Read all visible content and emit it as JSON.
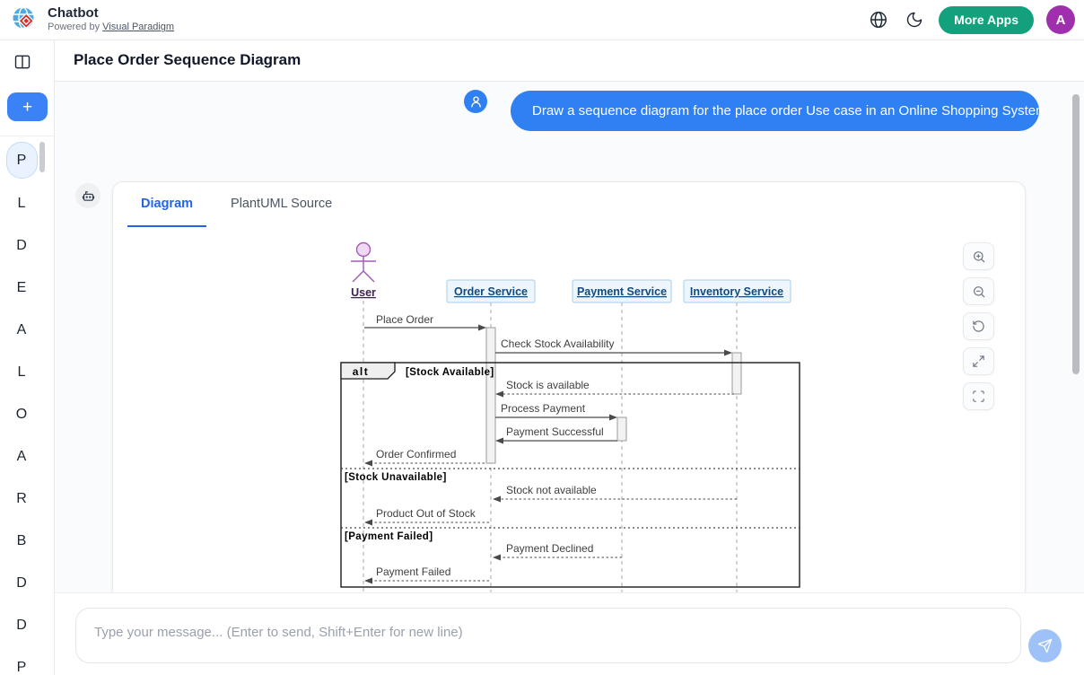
{
  "header": {
    "app_title": "Chatbot",
    "powered_by_prefix": "Powered by ",
    "powered_by_link": "Visual Paradigm",
    "more_apps_label": "More Apps",
    "user_avatar_letter": "A"
  },
  "page": {
    "title": "Place Order Sequence Diagram"
  },
  "sidebar": {
    "new_chat_label": "+",
    "items": [
      {
        "label": "P",
        "active": true
      },
      {
        "label": "L"
      },
      {
        "label": "D"
      },
      {
        "label": "E"
      },
      {
        "label": "A"
      },
      {
        "label": "L"
      },
      {
        "label": "O"
      },
      {
        "label": "A"
      },
      {
        "label": "R"
      },
      {
        "label": "B"
      },
      {
        "label": "D"
      },
      {
        "label": "D"
      },
      {
        "label": "P"
      }
    ]
  },
  "chat": {
    "user_message": "Draw a sequence diagram for the place order Use case in an Online Shopping System",
    "input_placeholder": "Type your message... (Enter to send, Shift+Enter for new line)"
  },
  "card": {
    "tabs": [
      {
        "label": "Diagram",
        "active": true
      },
      {
        "label": "PlantUML Source",
        "active": false
      }
    ],
    "zoom_controls": [
      "zoom-in",
      "zoom-out",
      "reset-view",
      "expand",
      "fullscreen"
    ]
  },
  "diagram": {
    "actor": {
      "name": "User"
    },
    "participants": [
      {
        "name": "Order Service"
      },
      {
        "name": "Payment Service"
      },
      {
        "name": "Inventory Service"
      }
    ],
    "fragment": {
      "operator": "alt",
      "guard": "[Stock Available]",
      "dividers": [
        "[Stock Unavailable]",
        "[Payment Failed]"
      ]
    },
    "messages": [
      {
        "label": "Place Order",
        "from": "User",
        "to": "Order Service",
        "style": "sync"
      },
      {
        "label": "Check Stock Availability",
        "from": "Order Service",
        "to": "Inventory Service",
        "style": "sync"
      },
      {
        "label": "Stock is available",
        "from": "Inventory Service",
        "to": "Order Service",
        "style": "return"
      },
      {
        "label": "Process Payment",
        "from": "Order Service",
        "to": "Payment Service",
        "style": "sync"
      },
      {
        "label": "Payment Successful",
        "from": "Payment Service",
        "to": "Order Service",
        "style": "sync"
      },
      {
        "label": "Order Confirmed",
        "from": "Order Service",
        "to": "User",
        "style": "return"
      },
      {
        "label": "Stock not available",
        "from": "Inventory Service",
        "to": "Order Service",
        "style": "return"
      },
      {
        "label": "Product Out of Stock",
        "from": "Order Service",
        "to": "User",
        "style": "return"
      },
      {
        "label": "Payment Declined",
        "from": "Payment Service",
        "to": "Order Service",
        "style": "return"
      },
      {
        "label": "Payment Failed",
        "from": "Order Service",
        "to": "User",
        "style": "return"
      }
    ]
  },
  "colors": {
    "accent_blue": "#2f80f2",
    "active_tab_blue": "#2563eb",
    "more_apps_green": "#12a17c",
    "avatar_purple": "#a02fae",
    "participant_fill": "#edf6fc",
    "participant_border": "#a6ceea",
    "participant_text": "#134a7e",
    "actor_purple": "#a35bb5",
    "arrow_gray": "#4a4a4a"
  }
}
